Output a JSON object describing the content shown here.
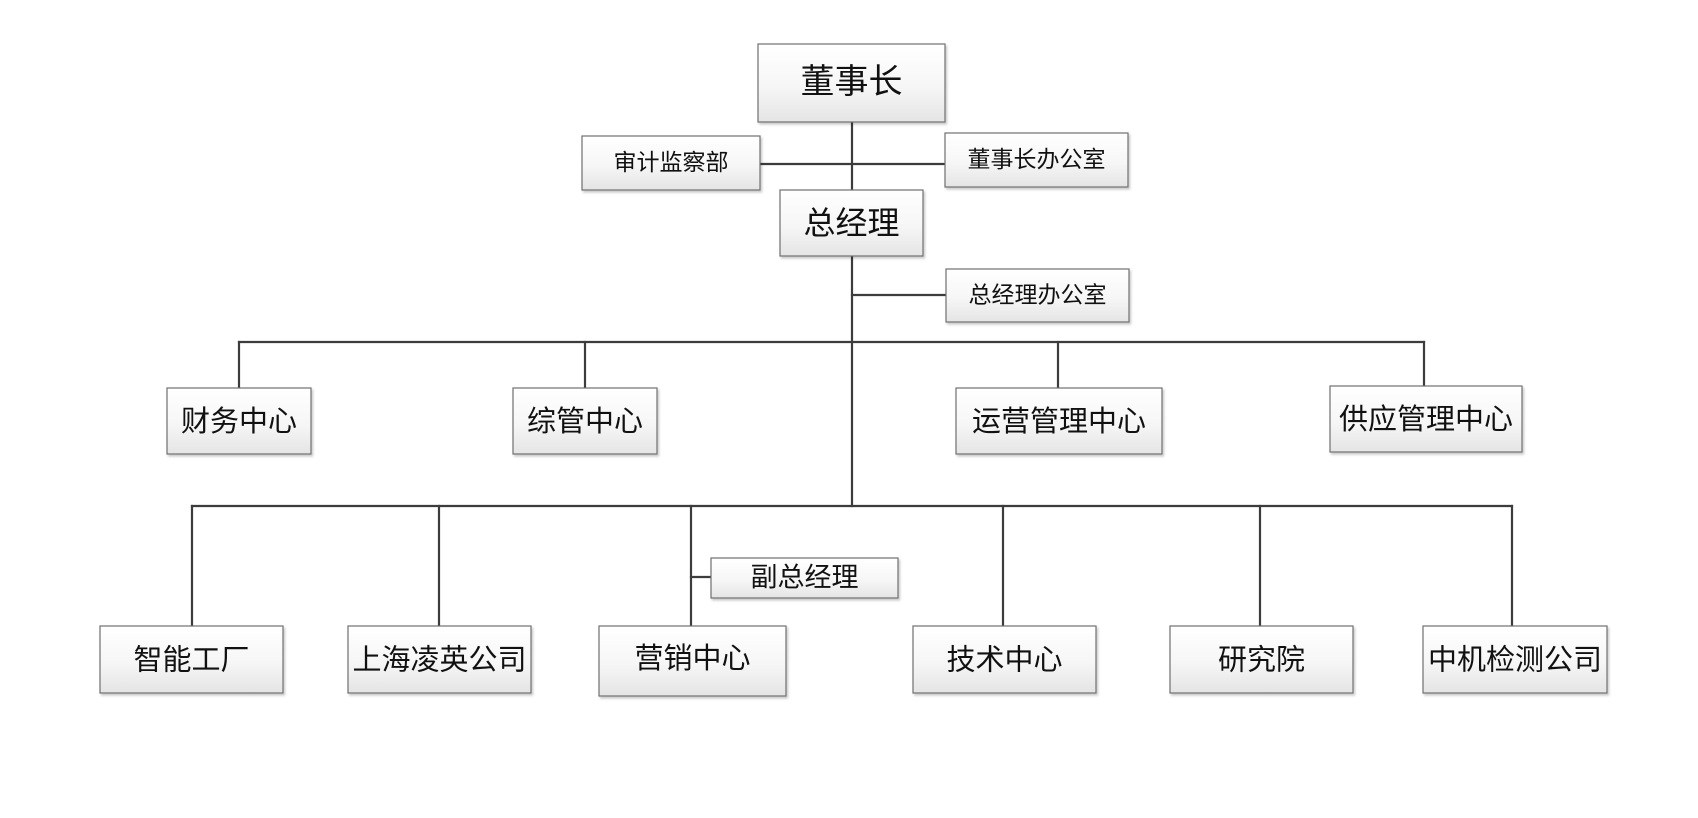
{
  "chairman": "董事长",
  "audit": "审计监察部",
  "chairman_office": "董事长办公室",
  "gm": "总经理",
  "gm_office": "总经理办公室",
  "centers": {
    "finance": "财务中心",
    "admin": "综管中心",
    "operations": "运营管理中心",
    "supply": "供应管理中心"
  },
  "units": {
    "smart_factory": "智能工厂",
    "shanghai_lingying": "上海凌英公司",
    "marketing": "营销中心",
    "technology": "技术中心",
    "research": "研究院",
    "zhongji_testing": "中机检测公司"
  },
  "deputy_gm": "副总经理"
}
